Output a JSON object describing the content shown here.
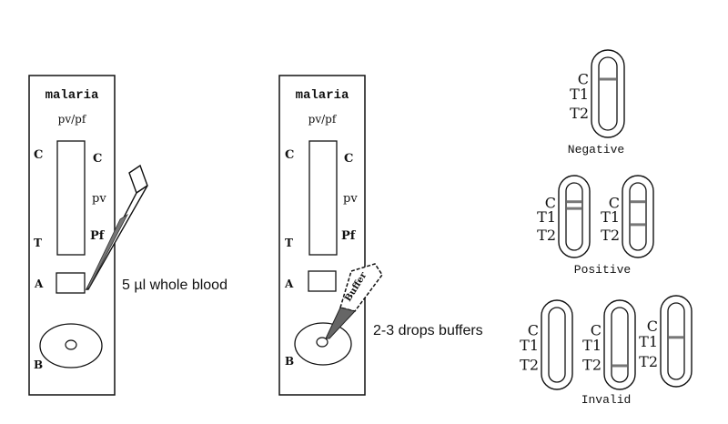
{
  "card_left": {
    "title": "malaria",
    "subtitle": "pv/pf",
    "label_c_left": "C",
    "label_c_right": "C",
    "label_pv": "pv",
    "label_t": "T",
    "label_pf": "Pf",
    "label_a": "A",
    "label_b": "B"
  },
  "card_right": {
    "title": "malaria",
    "subtitle": "pv/pf",
    "label_c_left": "C",
    "label_c_right": "C",
    "label_pv": "pv",
    "label_t": "T",
    "label_pf": "Pf",
    "label_a": "A",
    "label_b": "B",
    "bottle_text": "Buffer"
  },
  "step1_caption": "5  µl whole blood",
  "step2_caption": "2-3 drops buffers",
  "results": {
    "negative": {
      "label": "Negative",
      "strips": [
        {
          "labels": [
            "C",
            "T1",
            "T2"
          ],
          "lines": {
            "C": true,
            "T1": false,
            "T2": false
          }
        }
      ]
    },
    "positive": {
      "label": "Positive",
      "strips": [
        {
          "labels": [
            "C",
            "T1",
            "T2"
          ],
          "lines": {
            "C": true,
            "T1": true,
            "T2": false
          }
        },
        {
          "labels": [
            "C",
            "T1",
            "T2"
          ],
          "lines": {
            "C": true,
            "T1": false,
            "T2": true
          }
        }
      ]
    },
    "invalid": {
      "label": "Invalid",
      "strips": [
        {
          "labels": [
            "C",
            "T1",
            "T2"
          ],
          "lines": {
            "C": false,
            "T1": false,
            "T2": false
          }
        },
        {
          "labels": [
            "C",
            "T1",
            "T2"
          ],
          "lines": {
            "C": false,
            "T1": false,
            "T2": true
          }
        },
        {
          "labels": [
            "C",
            "T1",
            "T2"
          ],
          "lines": {
            "C": false,
            "T1": true,
            "T2": false
          }
        }
      ]
    }
  }
}
